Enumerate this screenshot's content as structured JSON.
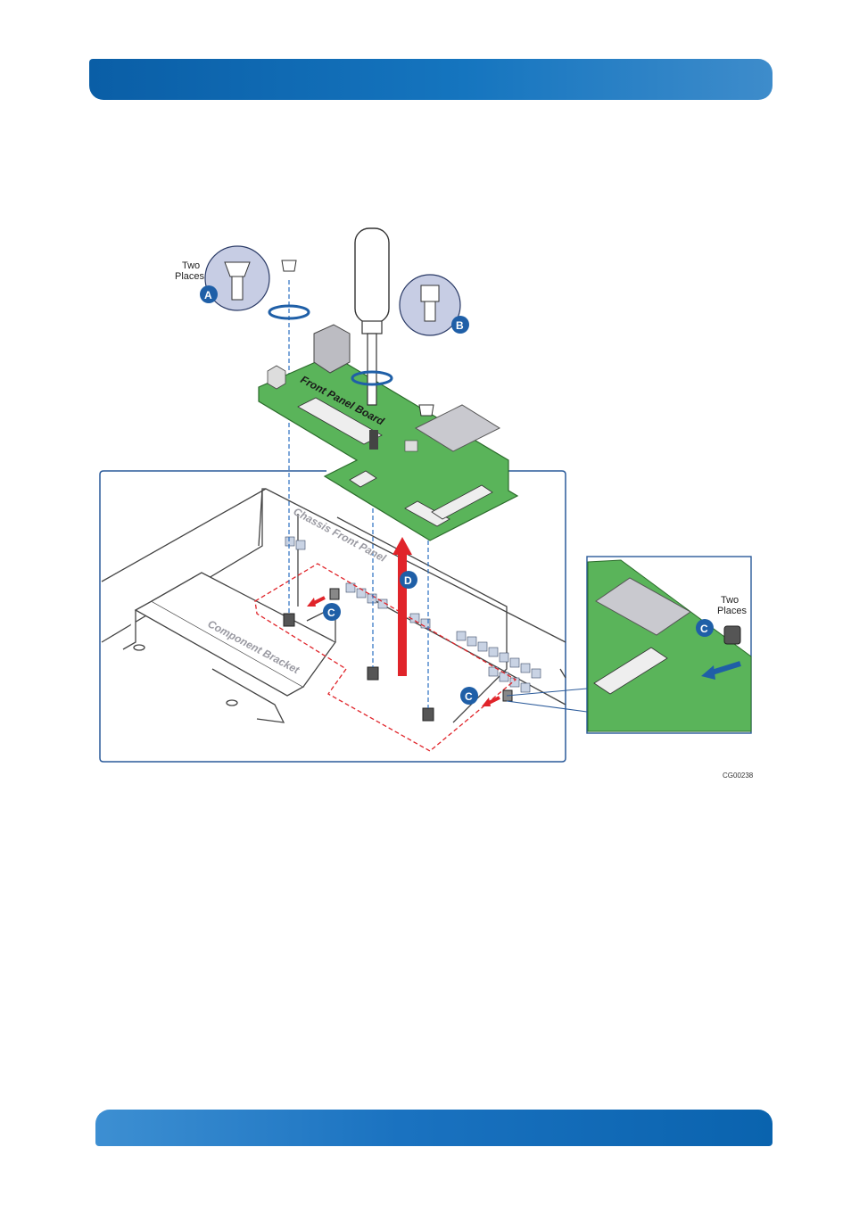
{
  "figure": {
    "callouts": {
      "a": "A",
      "b": "B",
      "c": "C",
      "d": "D"
    },
    "two_places_line1": "Two",
    "two_places_line2": "Places",
    "board_label": "Front Panel Board",
    "chassis_label": "Chassis Front Panel",
    "bracket_label": "Component Bracket",
    "figure_code": "CG00238"
  },
  "colors": {
    "header_blue": "#0a5ea6",
    "board_green": "#5ab45a",
    "callout_blue": "#1f5fa7",
    "arrow_red": "#e0242a",
    "dash_blue": "#2a6fc0"
  }
}
